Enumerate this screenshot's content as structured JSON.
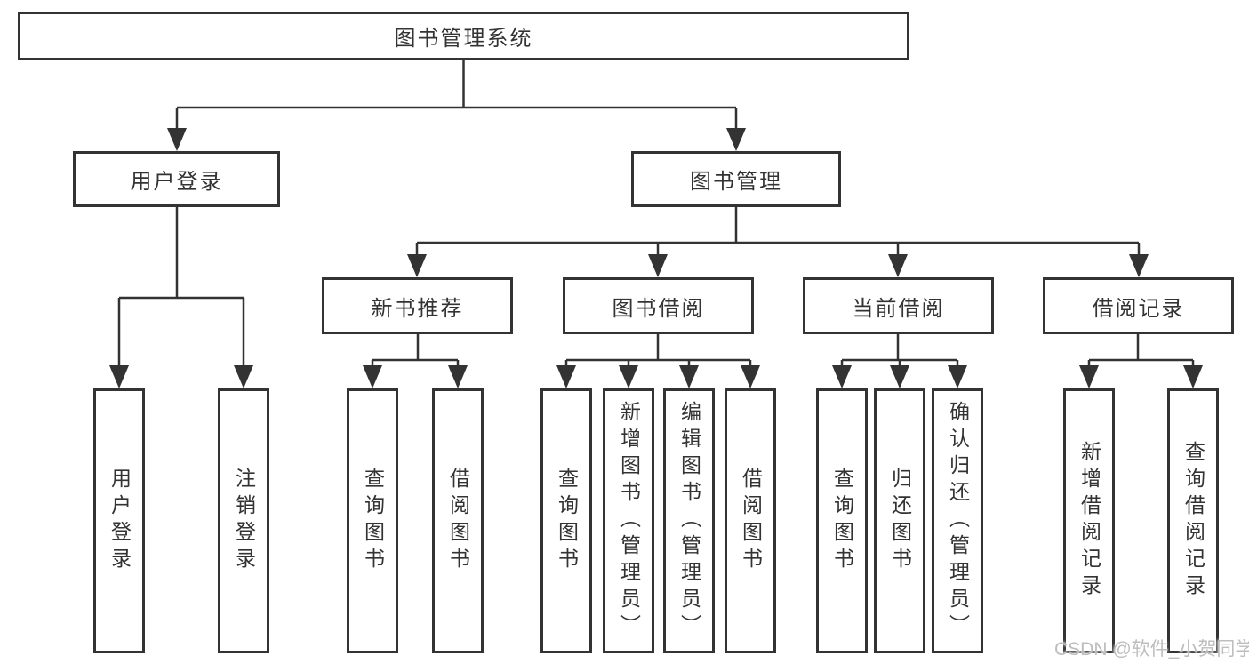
{
  "colors": {
    "line": "#333333",
    "text": "#333333",
    "background": "#ffffff",
    "watermark": "#bdbdbd"
  },
  "tree": {
    "root": {
      "label": "图书管理系统"
    },
    "branches": [
      {
        "label": "用户登录",
        "children": [
          {
            "label": "用户登录"
          },
          {
            "label": "注销登录"
          }
        ]
      },
      {
        "label": "图书管理",
        "children": [
          {
            "label": "新书推荐",
            "children": [
              {
                "label": "查询图书"
              },
              {
                "label": "借阅图书"
              }
            ]
          },
          {
            "label": "图书借阅",
            "children": [
              {
                "label": "查询图书"
              },
              {
                "label": "新增图书（管理员）"
              },
              {
                "label": "编辑图书（管理员）"
              },
              {
                "label": "借阅图书"
              }
            ]
          },
          {
            "label": "当前借阅",
            "children": [
              {
                "label": "查询图书"
              },
              {
                "label": "归还图书"
              },
              {
                "label": "确认归还（管理员）"
              }
            ]
          },
          {
            "label": "借阅记录",
            "children": [
              {
                "label": "新增借阅记录"
              },
              {
                "label": "查询借阅记录"
              }
            ]
          }
        ]
      }
    ]
  },
  "watermark": {
    "text": "CSDN @软件_小贺同学"
  }
}
